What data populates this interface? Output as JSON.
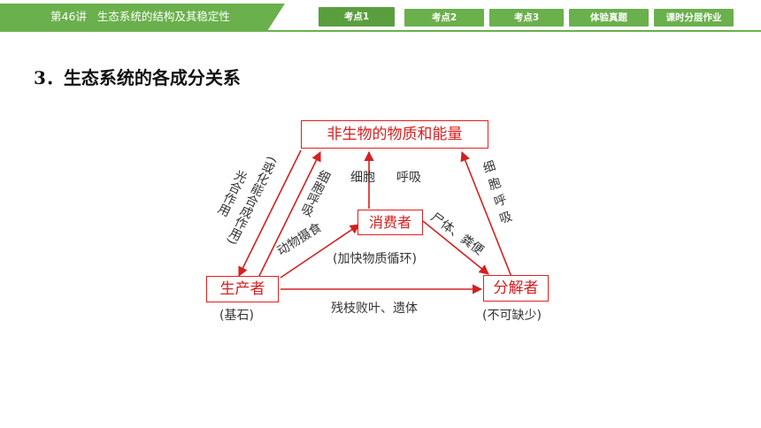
{
  "header": {
    "lecture": "第46讲",
    "topic": "生态系统的结构及其稳定性",
    "tabs": [
      {
        "label": "考点1",
        "active": true
      },
      {
        "label": "考点2",
        "active": false
      },
      {
        "label": "考点3",
        "active": false
      },
      {
        "label": "体验真题",
        "active": false
      },
      {
        "label": "课时分层作业",
        "active": false
      }
    ],
    "accent_color": "#6ab04c"
  },
  "section": {
    "heading": "3．生态系统的各成分关系"
  },
  "diagram": {
    "nodes": {
      "abiotic": "非生物的物质和能量",
      "producer": "生产者",
      "consumer": "消费者",
      "decomposer": "分解者"
    },
    "notes": {
      "producer": "(基石)",
      "consumer": "(加快物质循环)",
      "decomposer": "(不可缺少)"
    },
    "edges": {
      "photosynthesis_1": "光合作用",
      "photosynthesis_2": "(或化能合成作用)",
      "respiration_producer": "细胞呼吸",
      "consumer_respiration_1": "细胞",
      "consumer_respiration_2": "呼吸",
      "decomposer_respiration": "细胞呼吸",
      "feeding": "动物摄食",
      "waste": "尸体、粪便",
      "litter": "残枝败叶、遗体"
    },
    "line_color": "#d42020"
  }
}
